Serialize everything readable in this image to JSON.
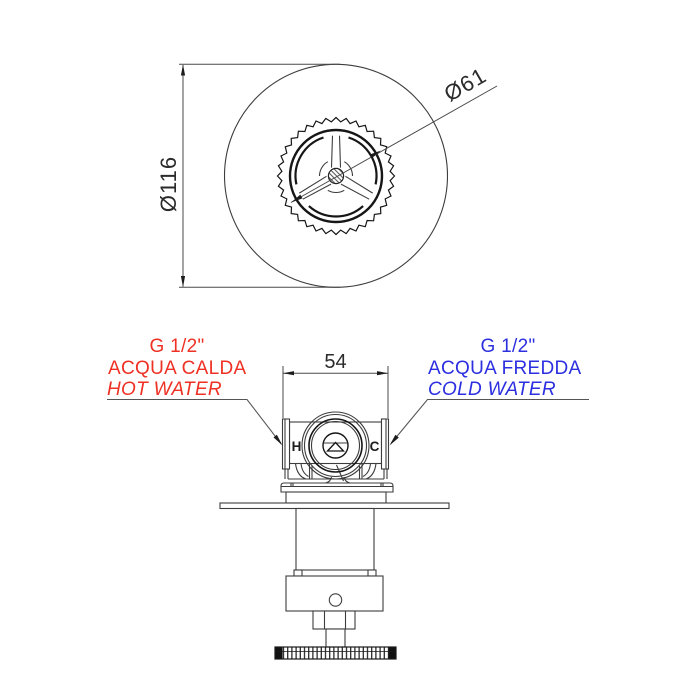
{
  "front_view": {
    "plate_diameter": "Ø116",
    "handle_diameter": "Ø61"
  },
  "section_view": {
    "body_width": "54",
    "hot_marker": "H",
    "cold_marker": "C"
  },
  "labels": {
    "hot": {
      "thread": "G 1/2\"",
      "italian": "ACQUA CALDA",
      "english": "HOT WATER"
    },
    "cold": {
      "thread": "G 1/2\"",
      "italian": "ACQUA FREDDA",
      "english": "COLD WATER"
    }
  },
  "colors": {
    "hot": "#ee3124",
    "cold": "#2b2fe0",
    "line": "#3d3d3d"
  }
}
